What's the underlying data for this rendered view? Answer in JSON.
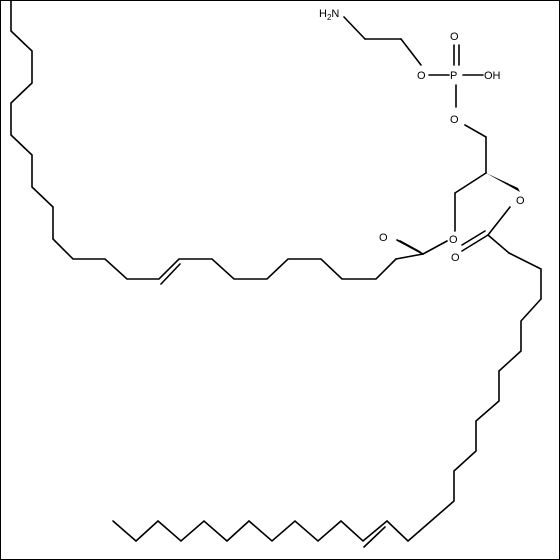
{
  "molecule": {
    "atom_labels": {
      "amine": "H",
      "amine_sub": "2",
      "amine_n": "N",
      "phosphate_o_ester1": "O",
      "phosphorus": "P",
      "phosphoryl_o": "O",
      "hydroxyl": "OH",
      "phosphate_o_ester2": "O",
      "ester_o_sn1": "O",
      "carbonyl_o_sn1": "O",
      "ester_o_sn2": "O",
      "carbonyl_o_sn2": "O"
    }
  }
}
